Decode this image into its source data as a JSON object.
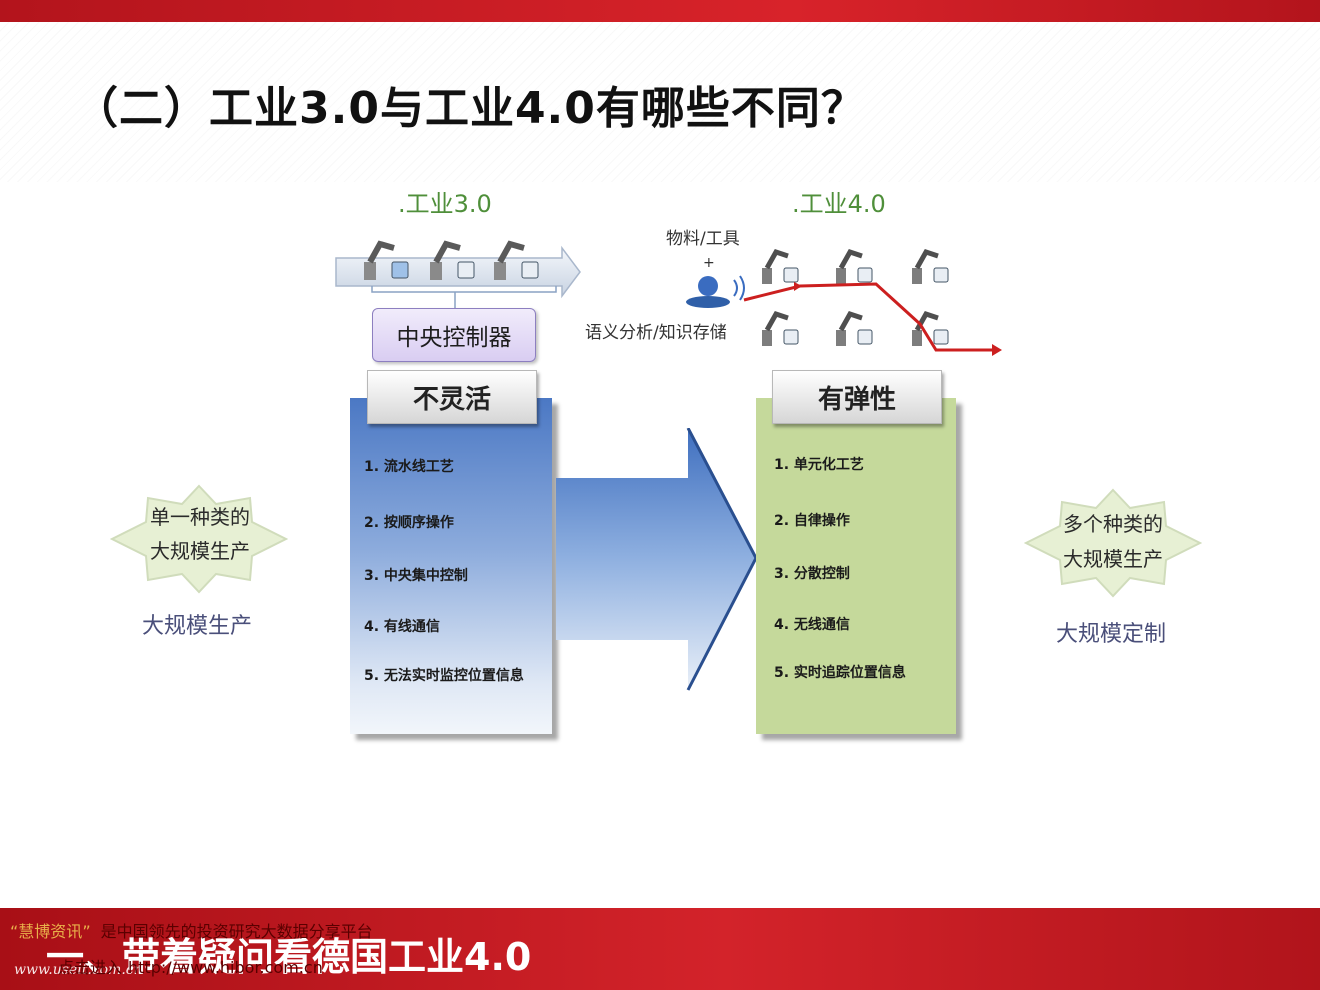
{
  "slide": {
    "title": "（二）工业3.0与工业4.0有哪些不同？",
    "bottom_title": "一、带着疑问看德国工业4.0"
  },
  "industry30": {
    "label": ".工业3.0",
    "controller": "中央控制器",
    "header": "不灵活",
    "items": [
      "1. 流水线工艺",
      "2. 按顺序操作",
      "3. 中央集中控制",
      "4. 有线通信",
      "5. 无法实时监控位置信息"
    ]
  },
  "industry40": {
    "label": ".工业4.0",
    "materials": "物料/工具",
    "plus": "+",
    "semantic": "语义分析/知识存储",
    "header": "有弹性",
    "items": [
      "1. 单元化工艺",
      "2. 自律操作",
      "3. 分散控制",
      "4. 无线通信",
      "5. 实时追踪位置信息"
    ]
  },
  "left_side": {
    "star_line1": "单一种类的",
    "star_line2": "大规模生产",
    "caption": "大规模生产"
  },
  "right_side": {
    "star_line1": "多个种类的",
    "star_line2": "大规模生产",
    "caption": "大规模定制"
  },
  "watermark": {
    "quote_open": "“",
    "brand": "慧博资讯",
    "quote_close": "”",
    "line1_rest": "是中国领先的投资研究大数据分享平台",
    "site": "www.useit.com.cn",
    "line2": "点击进入",
    "url": "http://www.hibor.com.cn"
  },
  "colors": {
    "brand_red": "#c8191f",
    "flow_red": "#cc1f1f",
    "label_green": "#4f8f3a",
    "panel_blue": "#4b78c4",
    "panel_green": "#c5d99b"
  }
}
